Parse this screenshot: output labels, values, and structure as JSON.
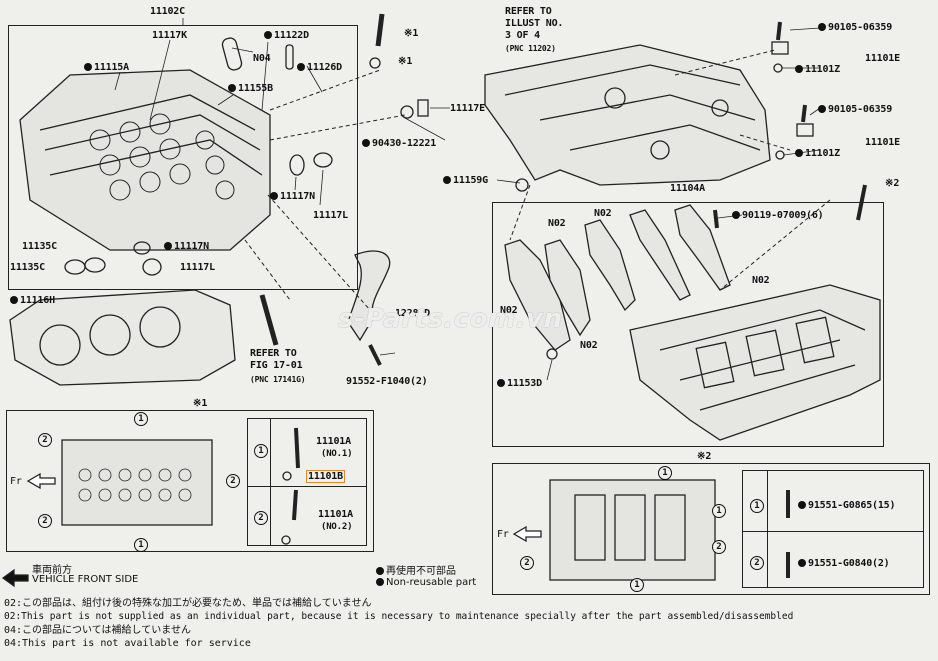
{
  "labels": {
    "head": "11102C",
    "p11117K": "11117K",
    "p11122D": "11122D",
    "n04": "N04",
    "p11115A": "11115A",
    "p11126D": "11126D",
    "p11155B": "11155B",
    "p11117N_a": "11117N",
    "p11117L_a": "11117L",
    "p11135C_a": "11135C",
    "p11135C_b": "11135C",
    "p11117N_b": "11117N",
    "p11117L_b": "11117L",
    "p11116H": "11116H",
    "refer_fig": "REFER TO",
    "refer_fig2": "FIG 17-01",
    "refer_fig3": "(PNC 17141G)",
    "p12282D": "12282D",
    "p91552": "91552-F1040(2)",
    "p11117E": "11117E",
    "p90430": "90430-12221",
    "mark1_a": "※1",
    "mark1_b": "※1",
    "refer_illust": "REFER TO",
    "refer_illust2": "ILLUST NO.",
    "refer_illust3": "3 OF 4",
    "refer_illust4": "(PNC 11202)",
    "p90105_a": "90105-06359",
    "p11101E_a": "11101E",
    "p11101Z_a": "11101Z",
    "p90105_b": "90105-06359",
    "p11101E_b": "11101E",
    "p11101Z_b": "11101Z",
    "p11159G": "11159G",
    "p11104A": "11104A",
    "mark2": "※2",
    "n02_a": "N02",
    "n02_b": "N02",
    "p90119": "90119-07009(6)",
    "n02_c": "N02",
    "n02_d": "N02",
    "n02_e": "N02",
    "p11153D": "11153D",
    "box1_mark": "※1",
    "box2_mark": "※2",
    "fr_a": "Fr",
    "fr_b": "Fr",
    "p11101A_1": "11101A",
    "p11101A_1n": "(NO.1)",
    "p11101B": "11101B",
    "p11101A_2": "11101A",
    "p11101A_2n": "(NO.2)",
    "p91551_a": "91551-G0865(15)",
    "p91551_b": "91551-G0840(2)",
    "watermark": "s-Parts.com.vn"
  },
  "legend": {
    "front_jp": "車両前方",
    "front_en": "VEHICLE FRONT SIDE",
    "nouse_jp": "再使用不可部品",
    "nouse_en": "Non-reusable part"
  },
  "notes": [
    "02:この部品は、組付け後の特殊な加工が必要なため、単品では補給していません",
    "02:This part is not supplied as an individual part, because it is necessary to maintenance specially after the part assembled/disassembled",
    "04:この部品については補給していません",
    "04:This part is not available for service"
  ]
}
